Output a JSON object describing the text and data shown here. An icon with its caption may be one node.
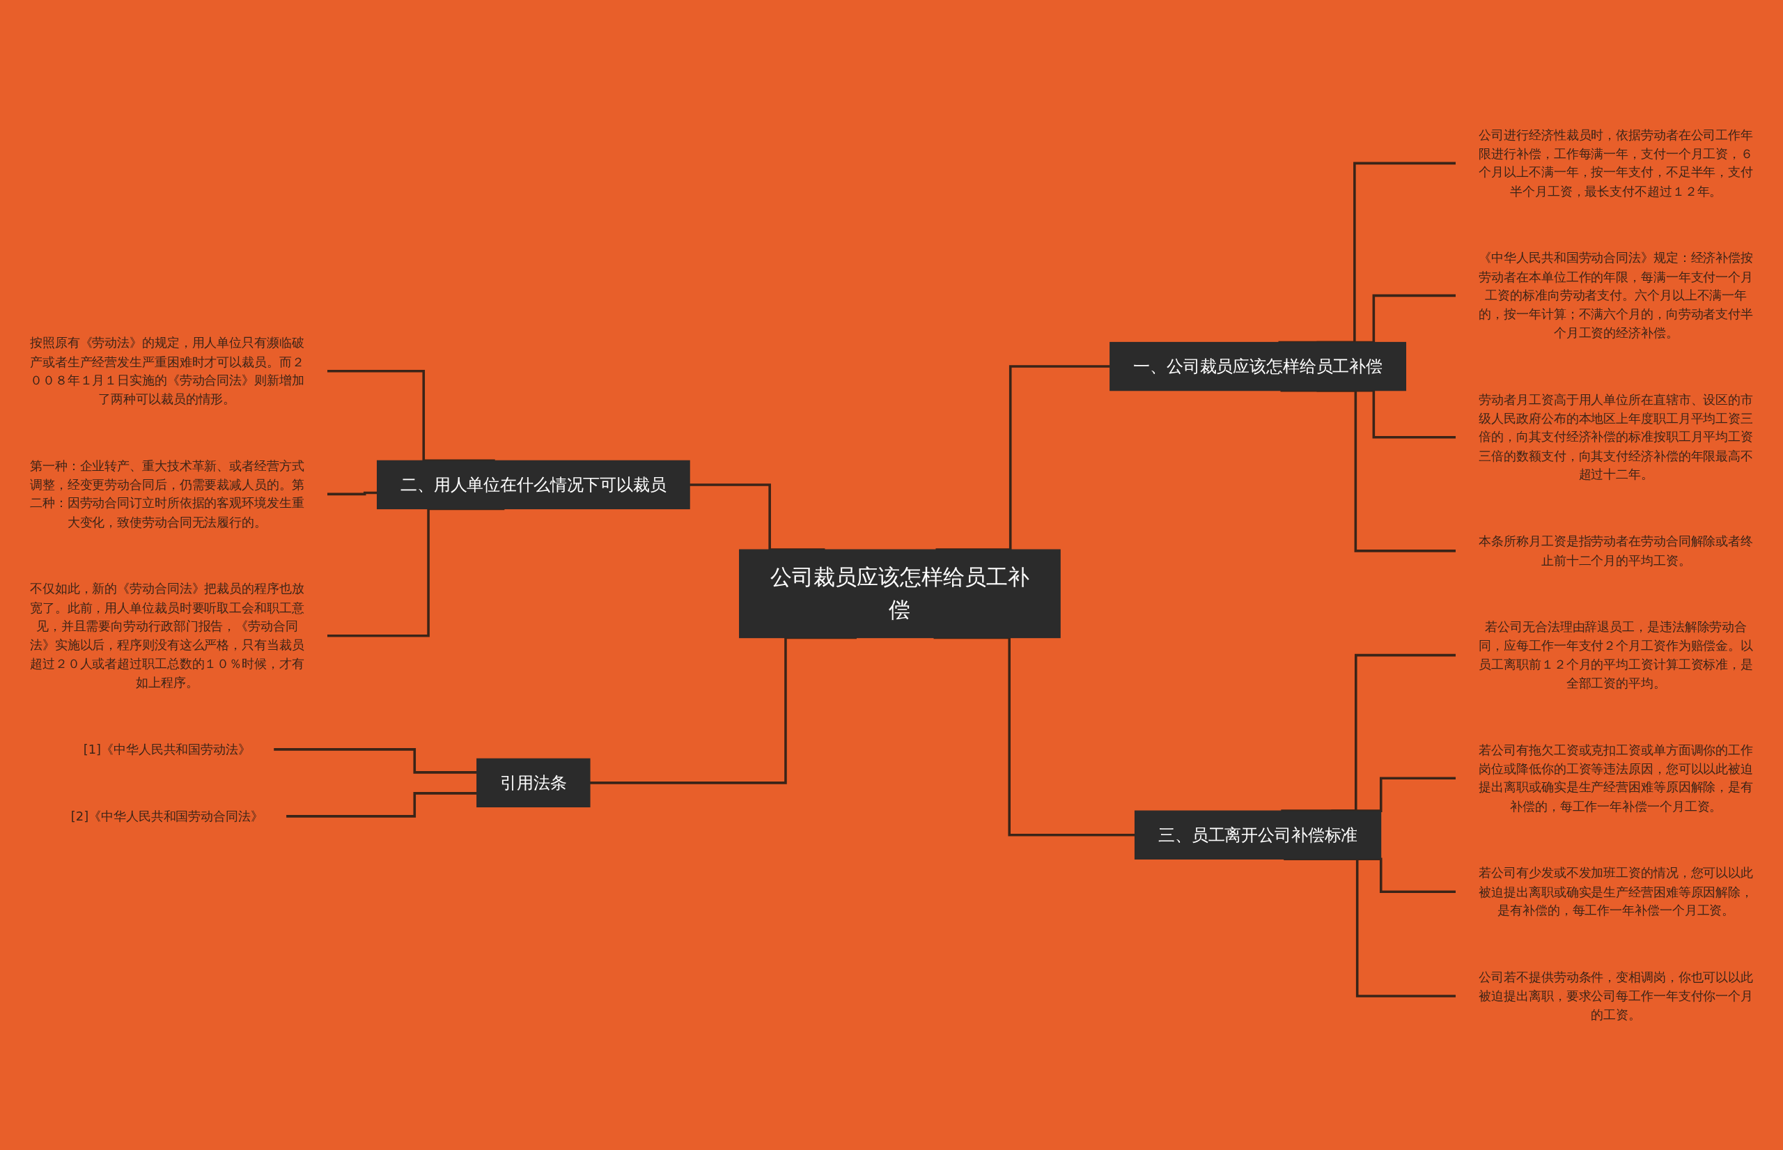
{
  "diagram": {
    "nodes": [
      {
        "text": [
          "公司裁员应该怎样给员工补偿"
        ]
      },
      {
        "text": [
          "一、公司裁员应该怎样给员工补偿"
        ]
      },
      {
        "text": [
          "公司进行经济性裁员时，依据劳动者在公司工作年限进行补偿，工作每满一年，支付一个月工资，６个月以上不满一年，按一年支付，不足半年，支付半个月工资，最长支付不超过１２年。"
        ]
      },
      {
        "text": [
          "《中华人民共和国劳动合同法》规定：经济补偿按劳动者在本单位工作的年限，每满一年支付一个月工资的标准向劳动者支付。六个月以上不满一年的，按一年计算；不满六个月的，向劳动者支付半个月工资的经济补偿。"
        ]
      },
      {
        "text": [
          "劳动者月工资高于用人单位所在直辖市、设区的市级人民政府公布的本地区上年度职工月平均工资三倍的，向其支付经济补偿的标准按职工月平均工资三倍的数额支付，向其支付经济补偿的年限最高不超过十二年。"
        ]
      },
      {
        "text": [
          "本条所称月工资是指劳动者在劳动合同解除或者终止前十二个月的平均工资。"
        ]
      },
      {
        "text": [
          "三、员工离开公司补偿标准"
        ]
      },
      {
        "text": [
          "若公司无合法理由辞退员工，是违法解除劳动合同，应每工作一年支付２个月工资作为赔偿金。以员工离职前１２个月的平均工资计算工资标准，是全部工资的平均。"
        ]
      },
      {
        "text": [
          "若公司有拖欠工资或克扣工资或单方面调你的工作岗位或降低你的工资等违法原因，您可以以此被迫提出离职或确实是生产经营困难等原因解除，是有补偿的，每工作一年补偿一个月工资。"
        ]
      },
      {
        "text": [
          "若公司有少发或不发加班工资的情况，您可以以此被迫提出离职或确实是生产经营困难等原因解除，是有补偿的，每工作一年补偿一个月工资。"
        ]
      },
      {
        "text": [
          "公司若不提供劳动条件，变相调岗，你也可以以此被迫提出离职，要求公司每工作一年支付你一个月的工资。"
        ]
      },
      {
        "text": [
          "二、用人单位在什么情况下可以裁员"
        ]
      },
      {
        "text": [
          "按照原有《劳动法》的规定，用人单位只有濒临破产或者生产经营发生严重困难时才可以裁员。而２００８年１月１日实施的《劳动合同法》则新增加了两种可以裁员的情形。"
        ]
      },
      {
        "text": [
          "第一种：企业转产、重大技术革新、或者经营方式调整，经变更劳动合同后，仍需要裁减人员的。第二种：因劳动合同订立时所依据的客观环境发生重大变化，致使劳动合同无法履行的。"
        ]
      },
      {
        "text": [
          "不仅如此，新的《劳动合同法》把裁员的程序也放宽了。此前，用人单位裁员时要听取工会和职工意见，并且需要向劳动行政部门报告，《劳动合同法》实施以后，程序则没有这么严格，只有当裁员超过２０人或者超过职工总数的１０％时候，才有如上程序。"
        ]
      },
      {
        "text": [
          "引用法条"
        ]
      },
      {
        "text": [
          "[1]《中华人民共和国劳动法》"
        ]
      },
      {
        "text": [
          "[2]《中华人民共和国劳动合同法》"
        ]
      }
    ],
    "edges": [
      {
        "from": 0,
        "to": 1,
        "arrow": "none"
      },
      {
        "from": 1,
        "to": 2,
        "arrow": "none"
      },
      {
        "from": 1,
        "to": 3,
        "arrow": "none"
      },
      {
        "from": 1,
        "to": 4,
        "arrow": "none"
      },
      {
        "from": 1,
        "to": 5,
        "arrow": "none"
      },
      {
        "from": 0,
        "to": 6,
        "arrow": "none"
      },
      {
        "from": 6,
        "to": 7,
        "arrow": "none"
      },
      {
        "from": 6,
        "to": 8,
        "arrow": "none"
      },
      {
        "from": 6,
        "to": 9,
        "arrow": "none"
      },
      {
        "from": 6,
        "to": 10,
        "arrow": "none"
      },
      {
        "from": 0,
        "to": 11,
        "arrow": "none"
      },
      {
        "from": 11,
        "to": 12,
        "arrow": "none"
      },
      {
        "from": 11,
        "to": 13,
        "arrow": "none"
      },
      {
        "from": 11,
        "to": 14,
        "arrow": "none"
      },
      {
        "from": 0,
        "to": 15,
        "arrow": "none"
      },
      {
        "from": 15,
        "to": 16,
        "arrow": "none"
      },
      {
        "from": 15,
        "to": 17,
        "arrow": "none"
      }
    ]
  }
}
